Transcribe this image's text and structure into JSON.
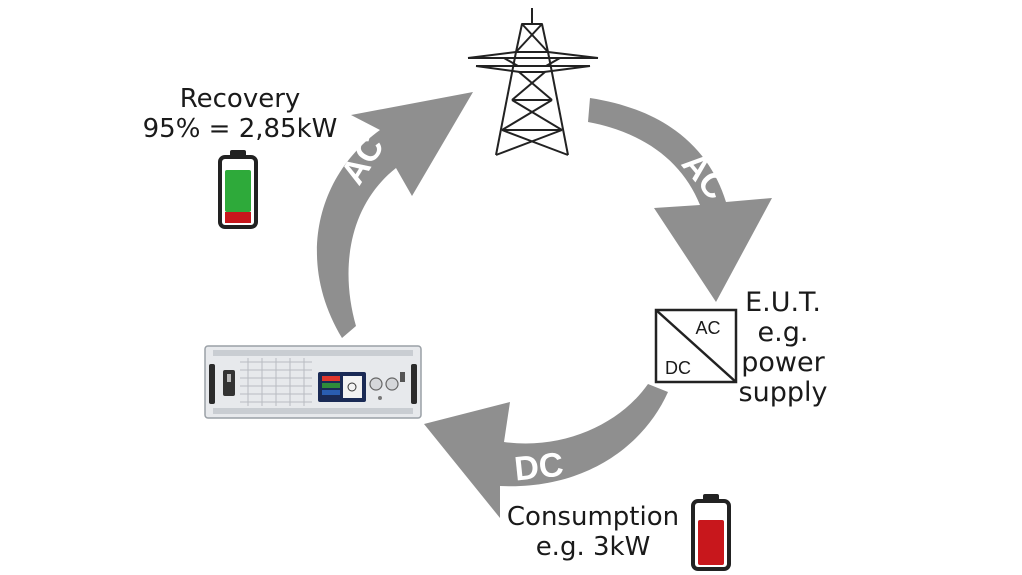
{
  "recovery": {
    "title": "Recovery",
    "value": "95% = 2,85kW"
  },
  "eut": {
    "line1": "E.U.T.",
    "line2": "e.g.",
    "line3": "power",
    "line4": "supply"
  },
  "consumption": {
    "title": "Consumption",
    "value": "e.g. 3kW"
  },
  "arrows": {
    "top_left": "AC",
    "top_right": "AC",
    "bottom": "DC"
  },
  "converter": {
    "ac_label": "AC",
    "dc_label": "DC"
  },
  "batteries": {
    "recovery": {
      "fill_level": 0.9,
      "colors": [
        "#2eaa3a",
        "#c8171c"
      ]
    },
    "consumption": {
      "fill_level": 0.75,
      "color": "#c8171c"
    }
  },
  "colors": {
    "arrow": "#8f8f8f",
    "battery_green": "#2eaa3a",
    "battery_red": "#c8171c"
  },
  "icons": [
    "power-pylon-icon",
    "ac-dc-converter-icon",
    "battery-icon",
    "electronic-load-device-icon"
  ]
}
